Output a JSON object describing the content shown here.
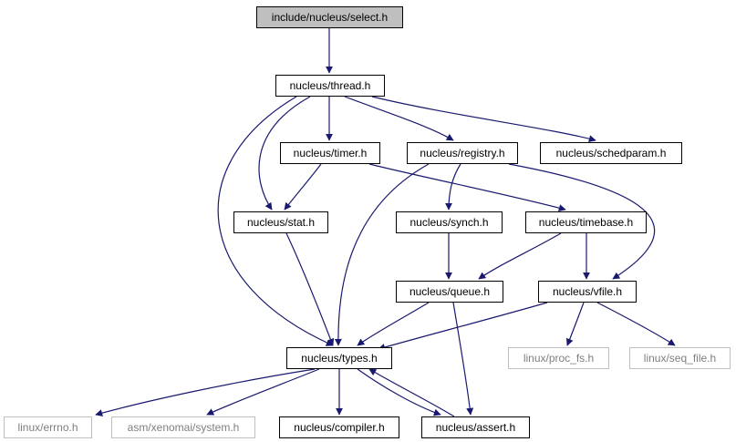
{
  "colors": {
    "edge": "#191970",
    "node_border": "#000000",
    "root_fill": "#bfbfbf",
    "external_border": "#bfbfbf",
    "external_text": "#7f7f7f"
  },
  "nodes": [
    {
      "id": "select",
      "label": "include/nucleus/select.h",
      "kind": "root"
    },
    {
      "id": "thread",
      "label": "nucleus/thread.h",
      "kind": "file"
    },
    {
      "id": "timer",
      "label": "nucleus/timer.h",
      "kind": "file"
    },
    {
      "id": "registry",
      "label": "nucleus/registry.h",
      "kind": "file"
    },
    {
      "id": "schedparam",
      "label": "nucleus/schedparam.h",
      "kind": "file"
    },
    {
      "id": "stat",
      "label": "nucleus/stat.h",
      "kind": "file"
    },
    {
      "id": "synch",
      "label": "nucleus/synch.h",
      "kind": "file"
    },
    {
      "id": "timebase",
      "label": "nucleus/timebase.h",
      "kind": "file"
    },
    {
      "id": "queue",
      "label": "nucleus/queue.h",
      "kind": "file"
    },
    {
      "id": "vfile",
      "label": "nucleus/vfile.h",
      "kind": "file"
    },
    {
      "id": "types",
      "label": "nucleus/types.h",
      "kind": "file"
    },
    {
      "id": "procfs",
      "label": "linux/proc_fs.h",
      "kind": "external"
    },
    {
      "id": "seqfile",
      "label": "linux/seq_file.h",
      "kind": "external"
    },
    {
      "id": "errno",
      "label": "linux/errno.h",
      "kind": "external"
    },
    {
      "id": "system",
      "label": "asm/xenomai/system.h",
      "kind": "external"
    },
    {
      "id": "compiler",
      "label": "nucleus/compiler.h",
      "kind": "file"
    },
    {
      "id": "assert",
      "label": "nucleus/assert.h",
      "kind": "file"
    }
  ],
  "edges": [
    {
      "from": "select",
      "to": "thread"
    },
    {
      "from": "thread",
      "to": "timer"
    },
    {
      "from": "thread",
      "to": "registry"
    },
    {
      "from": "thread",
      "to": "schedparam"
    },
    {
      "from": "thread",
      "to": "stat"
    },
    {
      "from": "thread",
      "to": "types"
    },
    {
      "from": "timer",
      "to": "stat"
    },
    {
      "from": "timer",
      "to": "timebase"
    },
    {
      "from": "registry",
      "to": "synch"
    },
    {
      "from": "registry",
      "to": "types"
    },
    {
      "from": "registry",
      "to": "vfile"
    },
    {
      "from": "stat",
      "to": "types"
    },
    {
      "from": "synch",
      "to": "queue"
    },
    {
      "from": "timebase",
      "to": "queue"
    },
    {
      "from": "timebase",
      "to": "vfile"
    },
    {
      "from": "queue",
      "to": "types"
    },
    {
      "from": "queue",
      "to": "assert"
    },
    {
      "from": "vfile",
      "to": "types"
    },
    {
      "from": "vfile",
      "to": "procfs"
    },
    {
      "from": "vfile",
      "to": "seqfile"
    },
    {
      "from": "types",
      "to": "errno"
    },
    {
      "from": "types",
      "to": "system"
    },
    {
      "from": "types",
      "to": "compiler"
    },
    {
      "from": "types",
      "to": "assert"
    },
    {
      "from": "assert",
      "to": "types"
    }
  ]
}
